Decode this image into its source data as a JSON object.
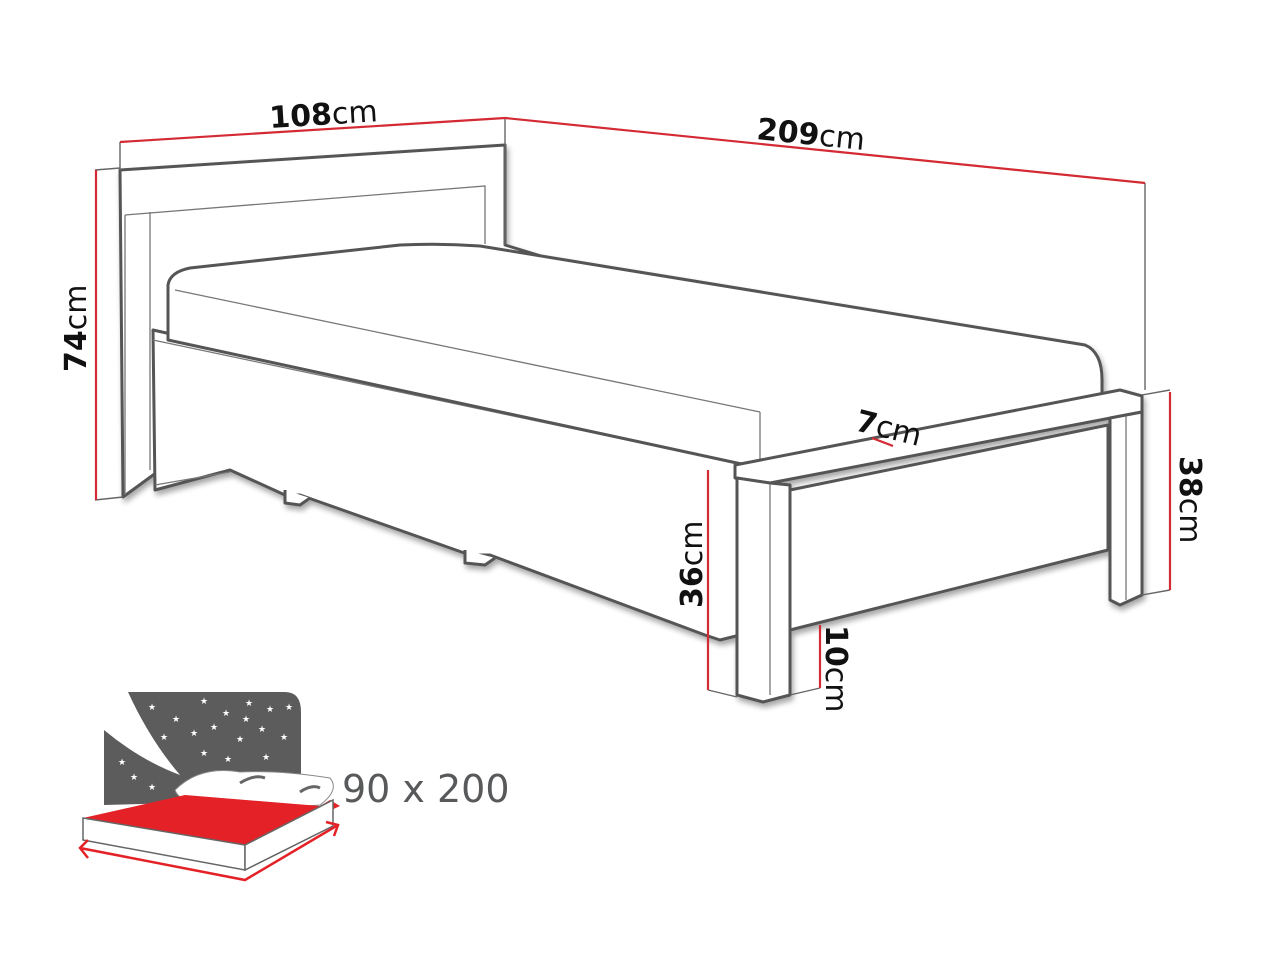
{
  "diagram": {
    "subject": "single bed with headboard and footboard",
    "colors": {
      "outline": "#555555",
      "dimension_line": "#d42a33",
      "text": "#111111",
      "icon_dark": "#5c5c5c",
      "icon_red": "#e32126"
    },
    "dimensions": {
      "width": {
        "value": "108",
        "unit": "cm"
      },
      "length": {
        "value": "209",
        "unit": "cm"
      },
      "headboard_height": {
        "value": "74",
        "unit": "cm"
      },
      "footboard_height": {
        "value": "38",
        "unit": "cm"
      },
      "frame_height": {
        "value": "36",
        "unit": "cm"
      },
      "leg_height": {
        "value": "10",
        "unit": "cm"
      },
      "footboard_thickness": {
        "value": "7",
        "unit": "cm"
      }
    },
    "mattress_icon": {
      "label": "90 x 200"
    }
  }
}
